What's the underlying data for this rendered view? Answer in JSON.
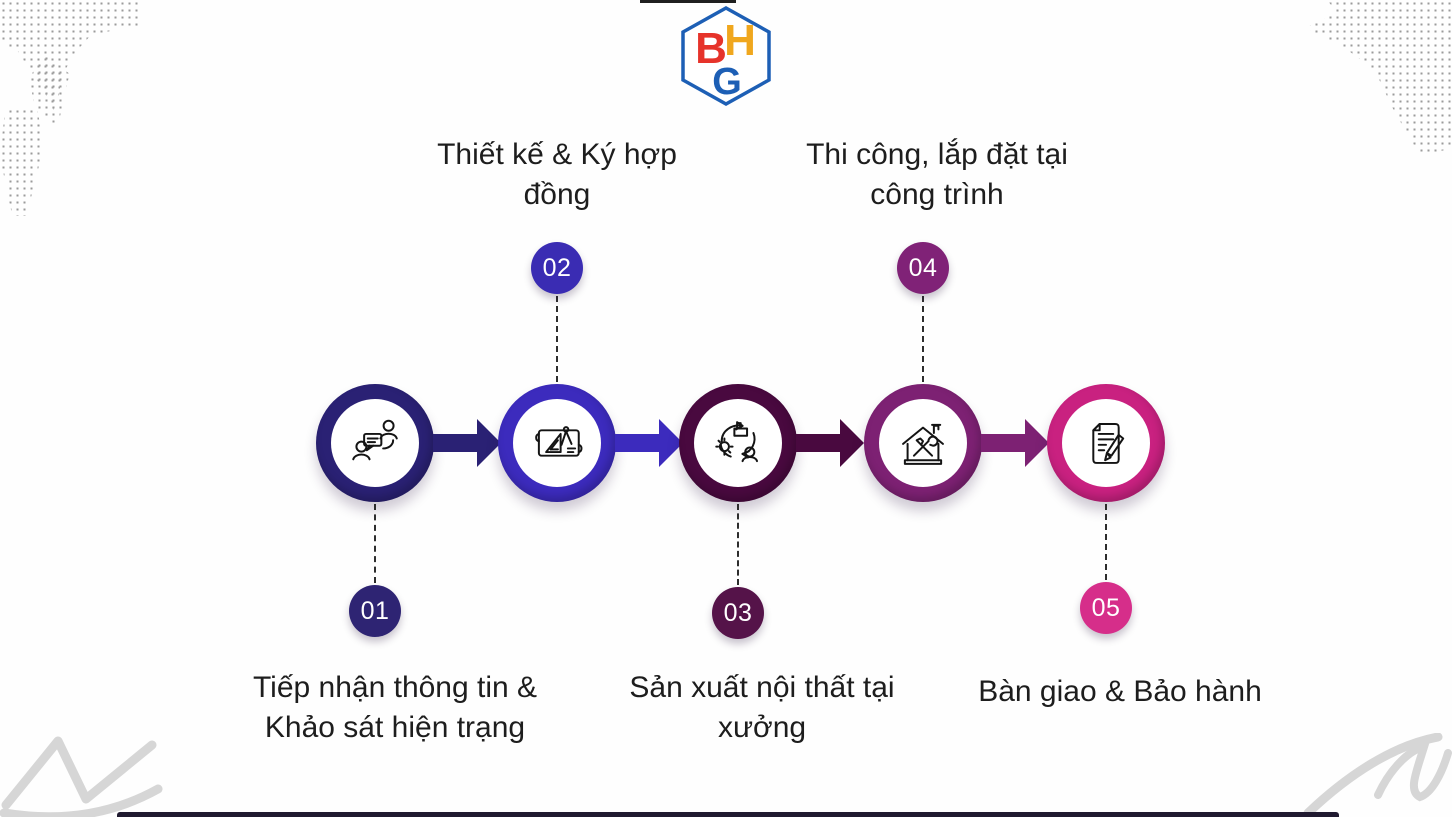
{
  "title": "Interior construction process infographic",
  "logo": {
    "letters": [
      {
        "char": "B",
        "color": "#e6332a"
      },
      {
        "char": "H",
        "color": "#f0a71e"
      },
      {
        "char": "G",
        "color": "#1d5fb5"
      }
    ],
    "border_color": "#1d5fb5"
  },
  "steps": [
    {
      "number": "01",
      "label": "Tiếp nhận thông tin & Khảo sát hiện trạng",
      "label_position": "bottom",
      "ring_color": "#2a2174",
      "badge_color": "#2e2473",
      "icon": "consultation-icon"
    },
    {
      "number": "02",
      "label": "Thiết kế & Ký hợp đồng",
      "label_position": "top",
      "ring_color": "#3c2bbd",
      "badge_color": "#3a2cb3",
      "icon": "blueprint-design-icon"
    },
    {
      "number": "03",
      "label": "Sản xuất nội thất tại xưởng",
      "label_position": "bottom",
      "ring_color": "#49093f",
      "badge_color": "#551349",
      "icon": "factory-production-icon"
    },
    {
      "number": "04",
      "label": "Thi công, lắp đặt tại công trình",
      "label_position": "top",
      "ring_color": "#7d2173",
      "badge_color": "#802277",
      "icon": "house-tools-icon"
    },
    {
      "number": "05",
      "label": "Bàn giao & Bảo hành",
      "label_position": "bottom",
      "ring_color": "#c92180",
      "badge_color": "#d62e8a",
      "icon": "document-signing-icon"
    }
  ],
  "decorations": {
    "map_dot_color": "#9b9b9b",
    "swoosh_color": "#d6d6d6",
    "bottom_bar_color": "#201a30"
  }
}
